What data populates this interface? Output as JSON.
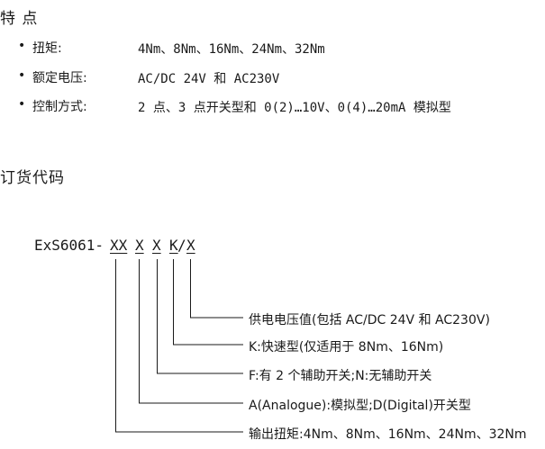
{
  "features": {
    "title": "特 点",
    "items": [
      {
        "bullet": "•",
        "label": "扭矩:",
        "value": "4Nm、8Nm、16Nm、24Nm、32Nm"
      },
      {
        "bullet": "•",
        "label": "额定电压:",
        "value": "AC/DC 24V 和 AC230V"
      },
      {
        "bullet": "•",
        "label": "控制方式:",
        "value": "2 点、3 点开关型和 0(2)…10V、0(4)…20mA 模拟型"
      }
    ]
  },
  "order": {
    "title": "订货代码",
    "code_prefix": "ExS6061-",
    "code_segments": [
      "XX",
      "X",
      "X",
      "K",
      "/",
      "X"
    ],
    "legend": [
      "供电电压值(包括 AC/DC 24V 和 AC230V)",
      "K:快速型(仅适用于 8Nm、16Nm)",
      "F:有 2 个辅助开关;N:无辅助开关",
      "A(Analogue):模拟型;D(Digital)开关型",
      "输出扭矩:4Nm、8Nm、16Nm、24Nm、32Nm"
    ]
  }
}
